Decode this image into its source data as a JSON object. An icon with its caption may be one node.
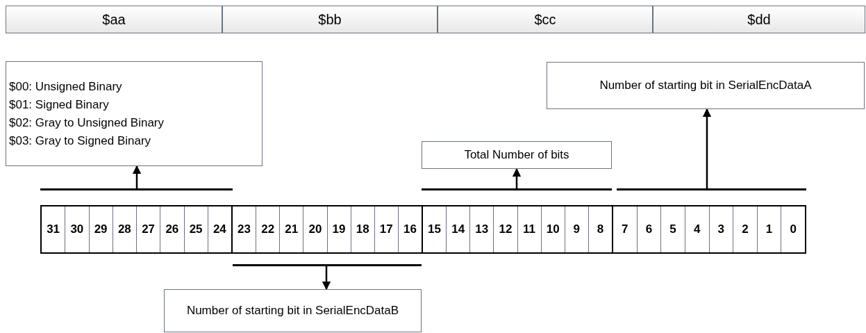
{
  "diagram": {
    "nodes": [
      {
        "text": [
          "$aa"
        ]
      },
      {
        "text": [
          "$bb"
        ]
      },
      {
        "text": [
          "$cc"
        ]
      },
      {
        "text": [
          "$dd"
        ]
      },
      {
        "text": [
          "$00: Unsigned Binary",
          "$01: Signed Binary",
          "$02: Gray to Unsigned Binary",
          "$03: Gray to Signed Binary"
        ]
      },
      {
        "text": [
          "Number of starting bit in SerialEncDataA"
        ]
      },
      {
        "text": [
          "Total Number of bits"
        ]
      },
      {
        "text": [],
        "shape": "bar"
      },
      {
        "text": [],
        "shape": "bar"
      },
      {
        "text": [],
        "shape": "bar"
      },
      {
        "text": [],
        "shape": "box"
      },
      {
        "text": [],
        "shape": "box"
      },
      {
        "text": [],
        "shape": "box"
      },
      {
        "text": [],
        "shape": "box"
      },
      {
        "text": [
          "31"
        ],
        "in": 10
      },
      {
        "text": [
          "30"
        ],
        "in": 10
      },
      {
        "text": [
          "29"
        ],
        "in": 10
      },
      {
        "text": [
          "28"
        ],
        "in": 10
      },
      {
        "text": [
          "27"
        ],
        "in": 10
      },
      {
        "text": [
          "26"
        ],
        "in": 10
      },
      {
        "text": [
          "25"
        ],
        "in": 10
      },
      {
        "text": [
          "24"
        ],
        "in": 10
      },
      {
        "text": [
          "23"
        ],
        "in": 11
      },
      {
        "text": [
          "22"
        ],
        "in": 11
      },
      {
        "text": [
          "21"
        ],
        "in": 11
      },
      {
        "text": [
          "20"
        ],
        "in": 11
      },
      {
        "text": [
          "19"
        ],
        "in": 11
      },
      {
        "text": [
          "18"
        ],
        "in": 11
      },
      {
        "text": [
          "17"
        ],
        "in": 11
      },
      {
        "text": [
          "16"
        ],
        "in": 11
      },
      {
        "text": [
          "15"
        ],
        "in": 12
      },
      {
        "text": [
          "14"
        ],
        "in": 12
      },
      {
        "text": [
          "13"
        ],
        "in": 12
      },
      {
        "text": [
          "12"
        ],
        "in": 12
      },
      {
        "text": [
          "11"
        ],
        "in": 12
      },
      {
        "text": [
          "10"
        ],
        "in": 12
      },
      {
        "text": [
          "9"
        ],
        "in": 12
      },
      {
        "text": [
          "8"
        ],
        "in": 12
      },
      {
        "text": [
          "7"
        ],
        "in": 13
      },
      {
        "text": [
          "6"
        ],
        "in": 13
      },
      {
        "text": [
          "5"
        ],
        "in": 13
      },
      {
        "text": [
          "4"
        ],
        "in": 13
      },
      {
        "text": [
          "3"
        ],
        "in": 13
      },
      {
        "text": [
          "2"
        ],
        "in": 13
      },
      {
        "text": [
          "1"
        ],
        "in": 13
      },
      {
        "text": [
          "0"
        ],
        "in": 13
      },
      {
        "text": [],
        "shape": "bar"
      },
      {
        "text": [
          "Number of starting bit in SerialEncDataB"
        ]
      }
    ],
    "edges": [
      {
        "from": 7,
        "to": 4,
        "arrow": "to"
      },
      {
        "from": 8,
        "to": 6,
        "arrow": "to"
      },
      {
        "from": 9,
        "to": 5,
        "arrow": "to"
      },
      {
        "from": 46,
        "to": 47,
        "arrow": "to"
      }
    ]
  }
}
